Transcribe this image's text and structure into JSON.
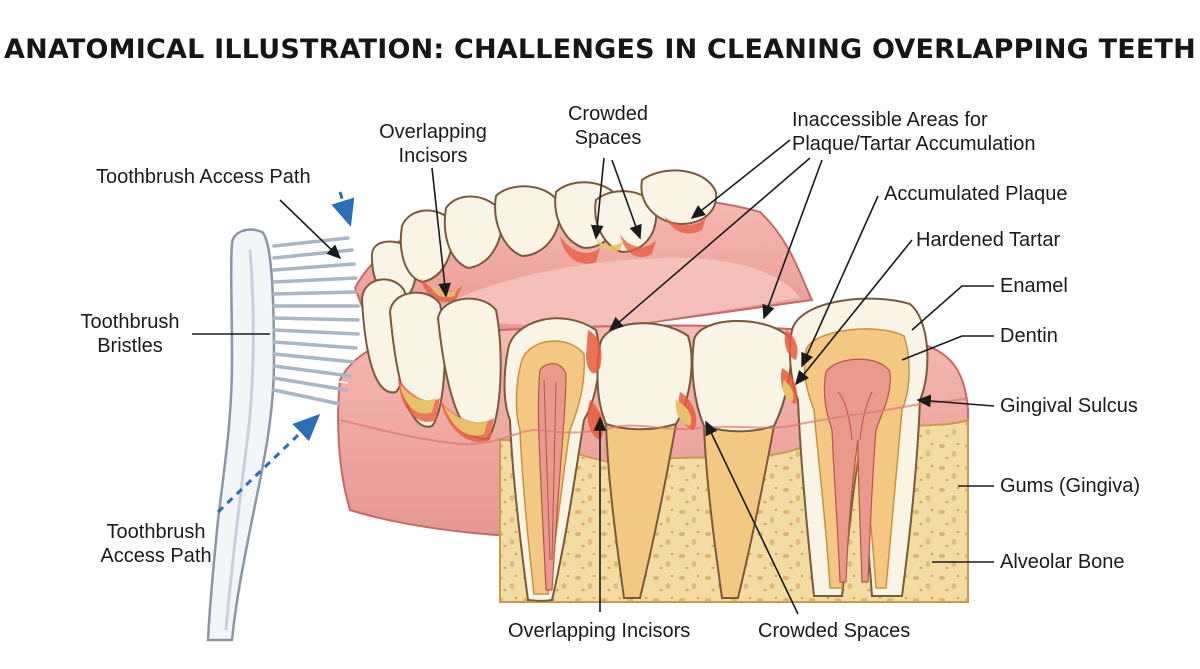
{
  "title": "ANATOMICAL ILLUSTRATION: CHALLENGES IN CLEANING OVERLAPPING TEETH",
  "labels": {
    "brush_path_top": "Toothbrush Access Path",
    "bristles": [
      "Toothbrush",
      "Bristles"
    ],
    "brush_path_bottom": [
      "Toothbrush",
      "Access Path"
    ],
    "overlap_top": [
      "Overlapping",
      "Incisors"
    ],
    "crowded_top": [
      "Crowded",
      "Spaces"
    ],
    "inaccessible": [
      "Inaccessible Areas for",
      "Plaque/Tartar Accumulation"
    ],
    "plaque": "Accumulated Plaque",
    "tartar": "Hardened Tartar",
    "enamel": "Enamel",
    "dentin": "Dentin",
    "sulcus": "Gingival Sulcus",
    "gums": "Gums (Gingiva)",
    "bone": "Alveolar Bone",
    "overlap_bottom": "Overlapping Incisors",
    "crowded_bottom": "Crowded Spaces"
  },
  "colors": {
    "gum": "#f0a6a1",
    "gum_dark": "#d97a76",
    "bone": "#f3dca2",
    "enamel": "#faf4e6",
    "dentin": "#f2c883",
    "pulp": "#e99a8c",
    "plaque": "#e85a3d",
    "arrow_blue": "#2a6fb5"
  },
  "icons": [
    "toothbrush-icon",
    "access-arrow-icon"
  ]
}
